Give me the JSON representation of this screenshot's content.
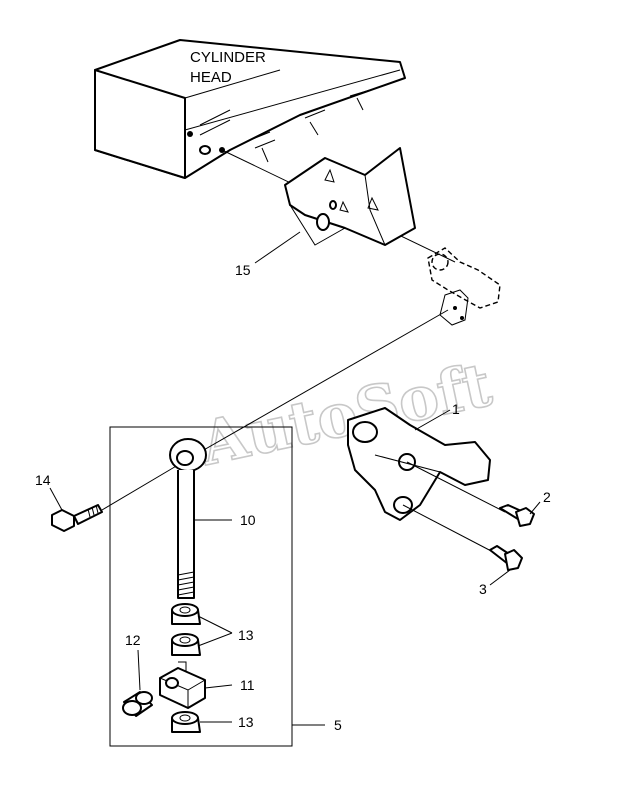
{
  "diagram": {
    "header_label_line1": "CYLINDER",
    "header_label_line2": "HEAD",
    "watermark": "AutoSoft",
    "callouts": {
      "c1": "1",
      "c2": "2",
      "c3": "3",
      "c5": "5",
      "c10": "10",
      "c11": "11",
      "c12": "12",
      "c13a": "13",
      "c13b": "13",
      "c14": "14",
      "c15": "15"
    }
  }
}
